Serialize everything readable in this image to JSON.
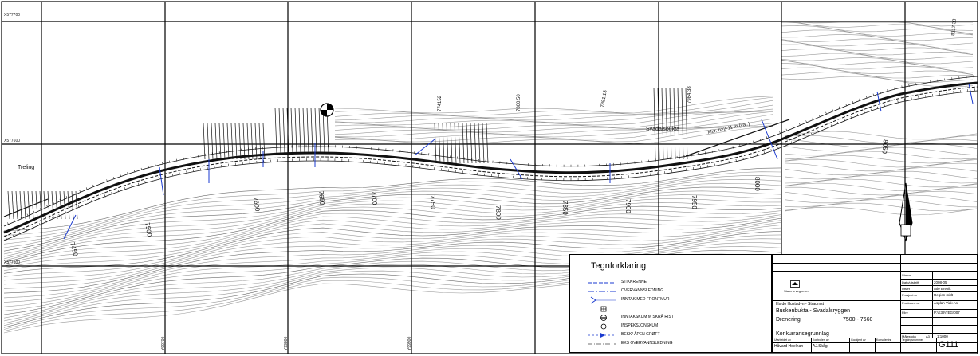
{
  "coords": {
    "x_labels": [
      "X577700",
      "X577600",
      "X577500"
    ],
    "y_labels": [
      "Y99700",
      "Y99800",
      "Y99900"
    ]
  },
  "places": {
    "trelingsbukta": "Treling",
    "svadalsbukta": "Svadalsbukta"
  },
  "stations": [
    "7450",
    "7500",
    "7600",
    "7650",
    "7700",
    "7750",
    "7800",
    "7850",
    "7900",
    "7950",
    "8000",
    "8050"
  ],
  "annotations": {
    "profile_top_a": "774152",
    "profile_top_b": "7800.50",
    "profile_top_c": "7881.13",
    "profile_top_d": "7984.38",
    "right_top": "8117.38",
    "curve_note": "Mur. h=2-11 m (var.)"
  },
  "legend": {
    "title": "Tegnforklaring",
    "items": [
      {
        "label": "STIKKRENNE"
      },
      {
        "label": "OVERVANNSLEDNING"
      },
      {
        "label": "INNTAK MED FRONTMUR"
      },
      {
        "label": ""
      },
      {
        "label": "INNTAKSKUM M SKRÅ RIST"
      },
      {
        "label": "INSPEKSJONSKUM"
      },
      {
        "label": "BEKK/ ÅPEN GRØFT"
      },
      {
        "label": "EKS OVERVANNSLEDNING"
      }
    ]
  },
  "titleblock": {
    "company": "Statens vegvesen",
    "fields": {
      "status_label": "Status",
      "date_label": "Dato/utskrift",
      "date_value": "2008-05",
      "drawn_label": "Utført",
      "drawn_value": "Atle Brevik",
      "project_label": "Prosjekt nr",
      "project_value": "Region midt",
      "producer_label": "Produsert av",
      "producer_value": "Asplan Viak As"
    },
    "project_line1": "Hs do Hustadvn - Straumst",
    "project_line2": "Buskenbukta - Svadalsryggen",
    "drawing_title": "Drenering",
    "station_range": "7500 - 7660",
    "fields2": {
      "file_label": "Filnr",
      "file_value": "P:\\E39\\TEG\\007",
      "scale_label": "Målestokk",
      "scale_value": "1:1000",
      "size_label": "A3"
    },
    "competition": "Konkurransegrunnlag",
    "signers": {
      "designer_label": "Utarbeidet av",
      "designer": "Håvard Hoelhan",
      "checked_label": "Kontrollert av",
      "checked": "AJ.Skåg",
      "approved_label": "Godkjent av",
      "doc_label": "Konsulentnr"
    },
    "tegn_label": "Tegningsnummer",
    "drawing_no": "G111"
  }
}
